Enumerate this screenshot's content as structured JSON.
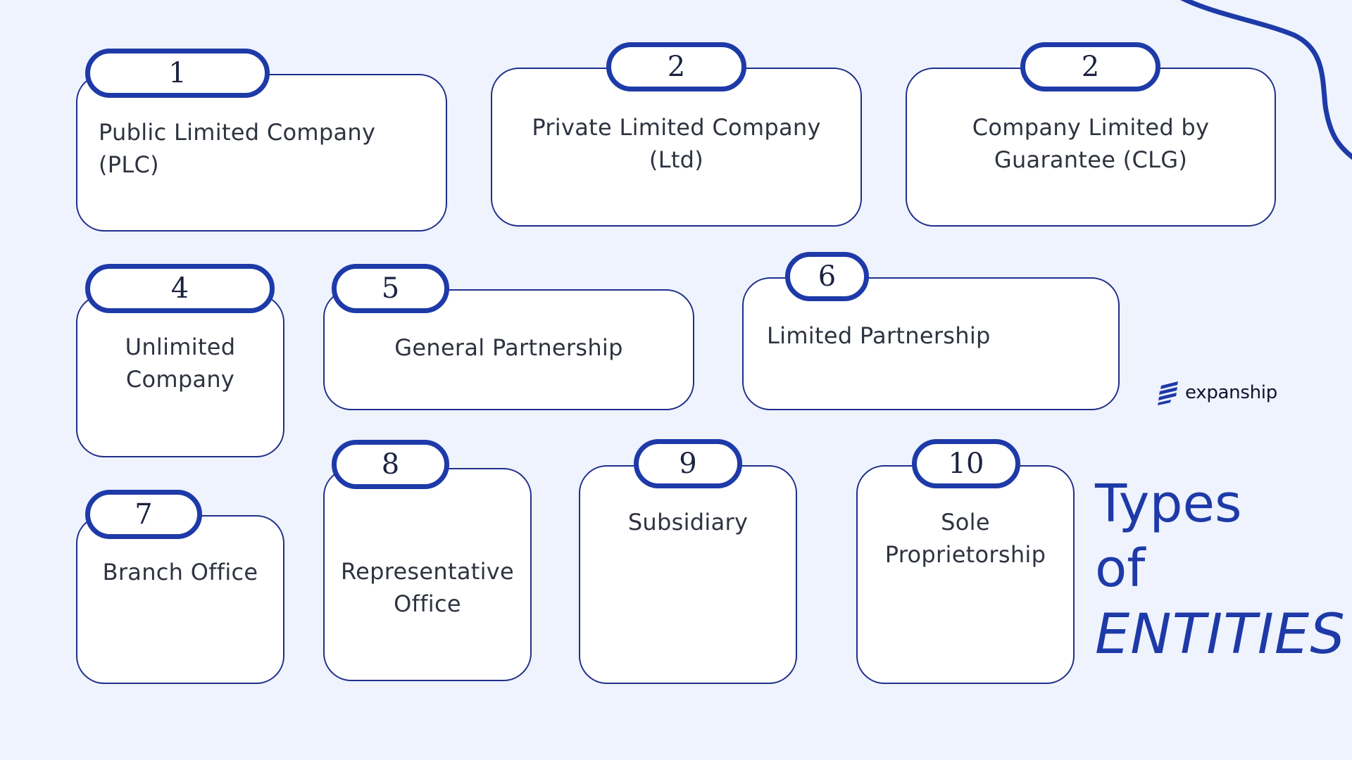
{
  "entities": [
    {
      "number": "1",
      "label_lines": [
        "Public Limited Company",
        "(PLC)"
      ]
    },
    {
      "number": "2",
      "label_lines": [
        "Private Limited Company",
        "(Ltd)"
      ]
    },
    {
      "number": "2",
      "label_lines": [
        "Company Limited by",
        "Guarantee (CLG)"
      ]
    },
    {
      "number": "4",
      "label_lines": [
        "Unlimited",
        "Company"
      ]
    },
    {
      "number": "5",
      "label_lines": [
        "General Partnership"
      ]
    },
    {
      "number": "6",
      "label_lines": [
        "Limited Partnership"
      ]
    },
    {
      "number": "7",
      "label_lines": [
        "Branch Office"
      ]
    },
    {
      "number": "8",
      "label_lines": [
        "Representative",
        "Office"
      ]
    },
    {
      "number": "9",
      "label_lines": [
        "Subsidiary"
      ]
    },
    {
      "number": "10",
      "label_lines": [
        "Sole",
        "Proprietorship"
      ]
    }
  ],
  "title": {
    "line1": "Types",
    "line2": "of",
    "line3": "ENTITIES"
  },
  "logo": {
    "text": "expanship",
    "icon": "stripes-logo-icon"
  },
  "colors": {
    "background": "#eef3fd",
    "accent": "#1e3aa8",
    "card_border": "#1e2f8a",
    "text": "#2e3340"
  }
}
